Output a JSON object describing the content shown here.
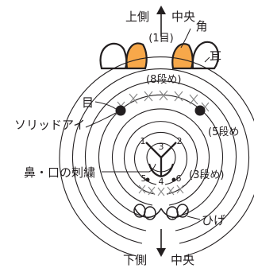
{
  "labels": {
    "top": "上側",
    "top_center": "中央",
    "horn": "角",
    "first_row": "(1目)",
    "ear": "耳",
    "row8": "(8段め)",
    "eye": "目",
    "solid_eye": "ソリッドアイ",
    "row5": "(5段め",
    "nose_mouth": "鼻・口の刺繍",
    "row3": "(3段め)",
    "whiskers": "ひげ",
    "bottom": "下側",
    "bottom_center": "中央"
  },
  "stitch_numbers": [
    "1",
    "2",
    "3",
    "4",
    "5",
    "6"
  ],
  "colors": {
    "outline": "#231f20",
    "stitch_marks": "#8a8a8a",
    "horn_fill": "#f7a84a"
  }
}
